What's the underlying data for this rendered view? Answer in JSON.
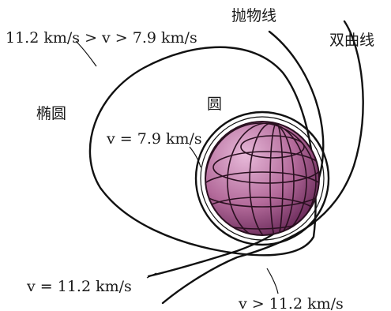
{
  "labels": {
    "parabola": "抛物线",
    "hyperbola": "双曲线",
    "ellipse": "椭圆",
    "circle": "圆",
    "ellipse_speed": "11.2 km/s > v > 7.9 km/s",
    "circle_speed": "v = 7.9 km/s",
    "parabola_speed": "v = 11.2 km/s",
    "hyperbola_speed": "v > 11.2 km/s"
  },
  "colors": {
    "earth_light": "#e7b9d9",
    "earth_mid": "#b36a9a",
    "earth_dark": "#5f2150",
    "line": "#111111"
  }
}
